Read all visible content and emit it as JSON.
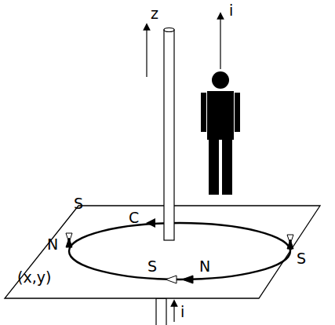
{
  "diagram": {
    "labels": [
      "z",
      "i",
      "C",
      "S",
      "N",
      "S",
      "N",
      "S",
      "(x,y)",
      "i"
    ]
  }
}
